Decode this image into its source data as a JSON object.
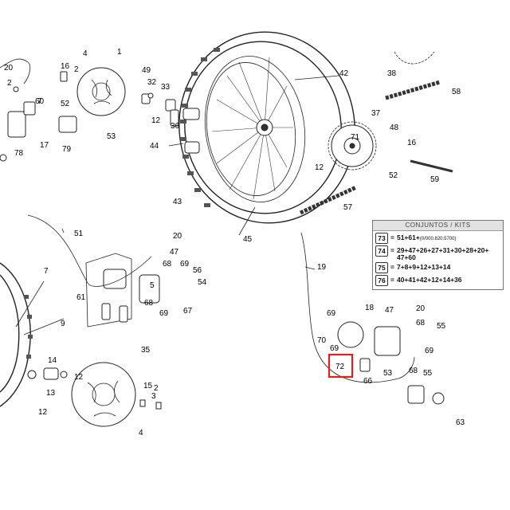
{
  "callouts": [
    "1",
    "2",
    "3",
    "4",
    "5",
    "7",
    "9",
    "12",
    "13",
    "14",
    "15",
    "16",
    "17",
    "18",
    "19",
    "20",
    "32",
    "33",
    "35",
    "36",
    "37",
    "38",
    "42",
    "43",
    "44",
    "45",
    "47",
    "48",
    "49",
    "51",
    "52",
    "53",
    "54",
    "55",
    "56",
    "57",
    "58",
    "59",
    "60",
    "61",
    "63",
    "66",
    "67",
    "68",
    "69",
    "70",
    "71",
    "72",
    "78",
    "79"
  ],
  "kits": {
    "title": "CONJUNTOS / KITS",
    "rows": [
      {
        "num": "73",
        "parts": "51+61+",
        "note": "(0/000.820.5700)"
      },
      {
        "num": "74",
        "parts": "29+47+26+27+31+30+28+20+",
        "parts2": "47+60"
      },
      {
        "num": "75",
        "parts": "7+8+9+12+13+14"
      },
      {
        "num": "76",
        "parts": "40+41+42+12+14+36"
      }
    ]
  },
  "highlight": {
    "label": "72",
    "color": "#e0201a"
  }
}
